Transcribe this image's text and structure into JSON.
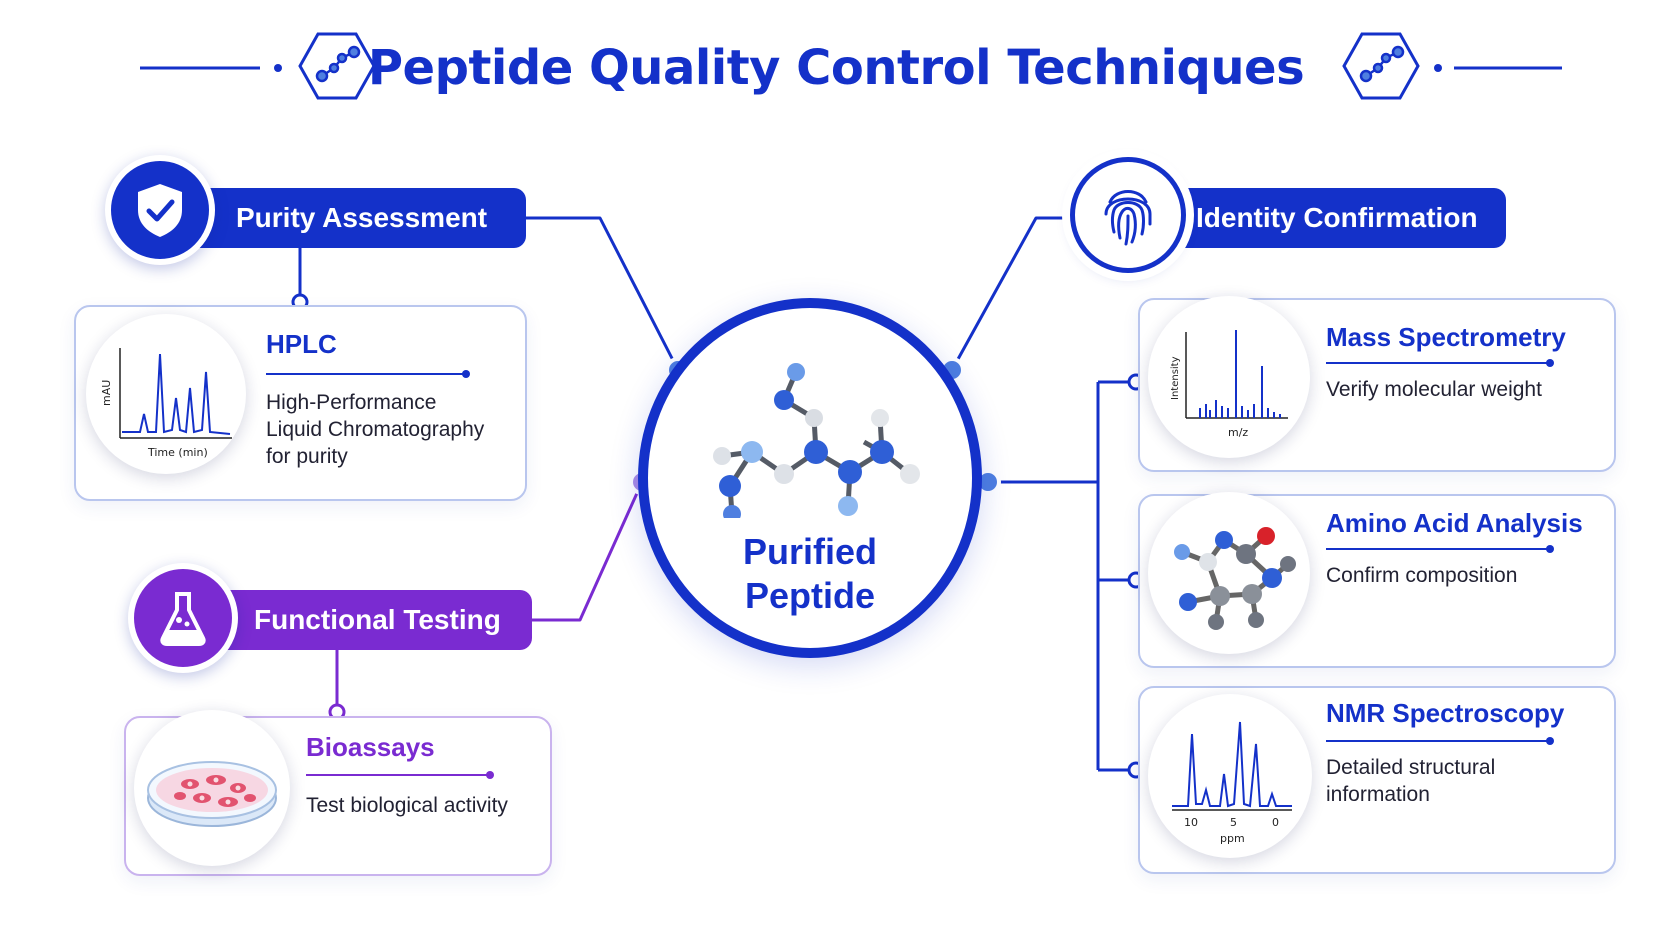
{
  "title": "Peptide Quality Control Techniques",
  "colors": {
    "primary": "#1431c9",
    "functional": "#7a2bd1",
    "card_border": "#b9c6ee"
  },
  "hub": {
    "line1": "Purified",
    "line2": "Peptide",
    "icon": "peptide-molecule-icon"
  },
  "categories": [
    {
      "key": "purity",
      "label": "Purity Assessment",
      "icon": "shield-check-icon",
      "color": "#1431c9"
    },
    {
      "key": "identity",
      "label": "Identity Confirmation",
      "icon": "fingerprint-icon",
      "color": "#1431c9"
    },
    {
      "key": "functional",
      "label": "Functional Testing",
      "icon": "flask-icon",
      "color": "#7a2bd1"
    }
  ],
  "techniques": {
    "hplc": {
      "title": "HPLC",
      "description": [
        "High-Performance",
        "Liquid Chromatography",
        "for purity"
      ],
      "chart": {
        "ylabel": "mAU",
        "xlabel": "Time (min)"
      }
    },
    "bioassays": {
      "title": "Bioassays",
      "description": [
        "Test biological activity"
      ],
      "icon": "petri-dish-icon"
    },
    "mass": {
      "title": "Mass Spectrometry",
      "description": [
        "Verify molecular weight"
      ],
      "chart": {
        "ylabel": "Intensity",
        "xlabel": "m/z"
      }
    },
    "amino": {
      "title": "Amino Acid Analysis",
      "description": [
        "Confirm composition"
      ],
      "icon": "amino-acid-molecule-icon"
    },
    "nmr": {
      "title": "NMR Spectroscopy",
      "description": [
        "Detailed structural",
        "information"
      ],
      "chart": {
        "xlabel": "ppm",
        "ticks": [
          "10",
          "5",
          "0"
        ]
      }
    }
  }
}
